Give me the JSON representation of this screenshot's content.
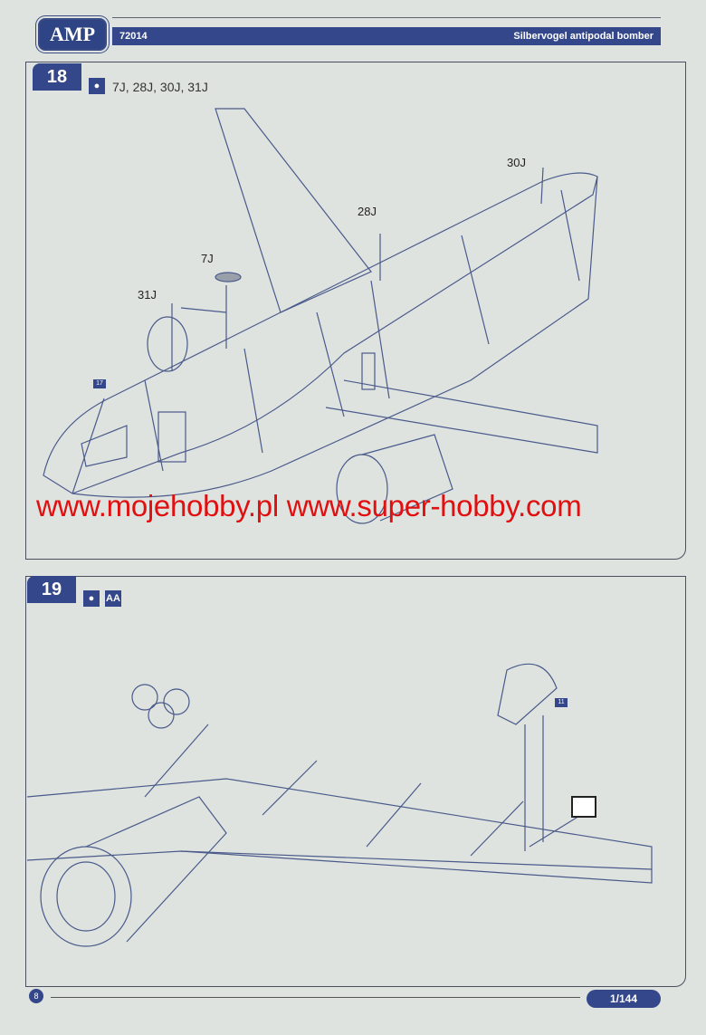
{
  "header": {
    "logo": "AMP",
    "kit_number": "72014",
    "kit_title": "Silbervogel antipodal bomber"
  },
  "steps": [
    {
      "number": "18",
      "icons": [
        "decal-water-icon"
      ],
      "parts_text": "7J, 28J, 30J, 31J",
      "callouts": [
        "30J",
        "28J",
        "7J",
        "31J"
      ],
      "ref_tag": "17"
    },
    {
      "number": "19",
      "icons": [
        "decal-water-icon",
        "AA"
      ],
      "ref_tag": "11"
    }
  ],
  "watermark": "www.mojehobby.pl www.super-hobby.com",
  "footer": {
    "page": "8",
    "scale": "1/144"
  }
}
